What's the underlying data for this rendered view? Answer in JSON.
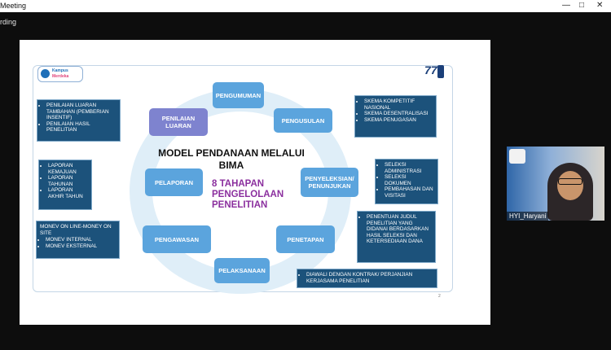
{
  "window": {
    "title": "Meeting"
  },
  "recording": {
    "label": "rding"
  },
  "slide": {
    "title": "MODEL PENDANAAN MELALUI BIMA",
    "subtitle": "8 TAHAPAN PENGELOLAAN PENELITIAN",
    "logo_left": {
      "line1": "Kampus",
      "line2": "Merdeka"
    },
    "logo_right": {
      "text": "77"
    },
    "stages": {
      "pengumuman": "PENGUMUMAN",
      "pengusulan": "PENGUSULAN",
      "penyeleksian": "PENYELEKSIAN/ PENUNJUKAN",
      "penetapan": "PENETAPAN",
      "pelaksanaan": "PELAKSANAAN",
      "pengawasan": "PENGAWASAN",
      "pelaporan": "PELAPORAN",
      "penilaian": "PENILAIAN LUARAN"
    },
    "details": {
      "pengusulan": [
        "SKEMA KOMPETITIF NASIONAL",
        "SKEMA DESENTRALISASI",
        "SKEMA PENUGASAN"
      ],
      "penyeleksian": [
        "SELEKSI ADMINISTRASI",
        "SELEKSI DOKUMEN",
        "PEMBAHASAN DAN VISITASI"
      ],
      "penetapan": [
        "PENENTUAN JUDUL PENELITIAN YANG DIDANAI BERDASARKAN HASIL SELEKSI DAN KETERSEDIAAN DANA"
      ],
      "pelaksanaan": [
        "DIAWALI DENGAN KONTRAK/ PERJANJIAN KERJASAMA PENELITIAN"
      ],
      "pengawasan": {
        "intro": "MONEV ON LINE-MONEY ON SITE",
        "items": [
          "MONEV INTERNAL",
          "MONEV EKSTERNAL"
        ]
      },
      "pelaporan": [
        "LAPORAN KEMAJUAN",
        "LAPORAN TAHUNAN",
        "LAPORAN AKHIR TAHUN"
      ],
      "penilaian": [
        "PENILAIAN LUARAN TAMBAHAN (PEMBERIAN INSENTIF)",
        "PENILAIAN HASIL PENELITIAN"
      ]
    },
    "page_number": "2"
  },
  "participant": {
    "name": "HYI_Haryani"
  },
  "colors": {
    "stage_blue": "#5ba4dd",
    "stage_purple": "#7e83cf",
    "detail_box": "#1c527b",
    "title_purple": "#8b2f9e"
  }
}
